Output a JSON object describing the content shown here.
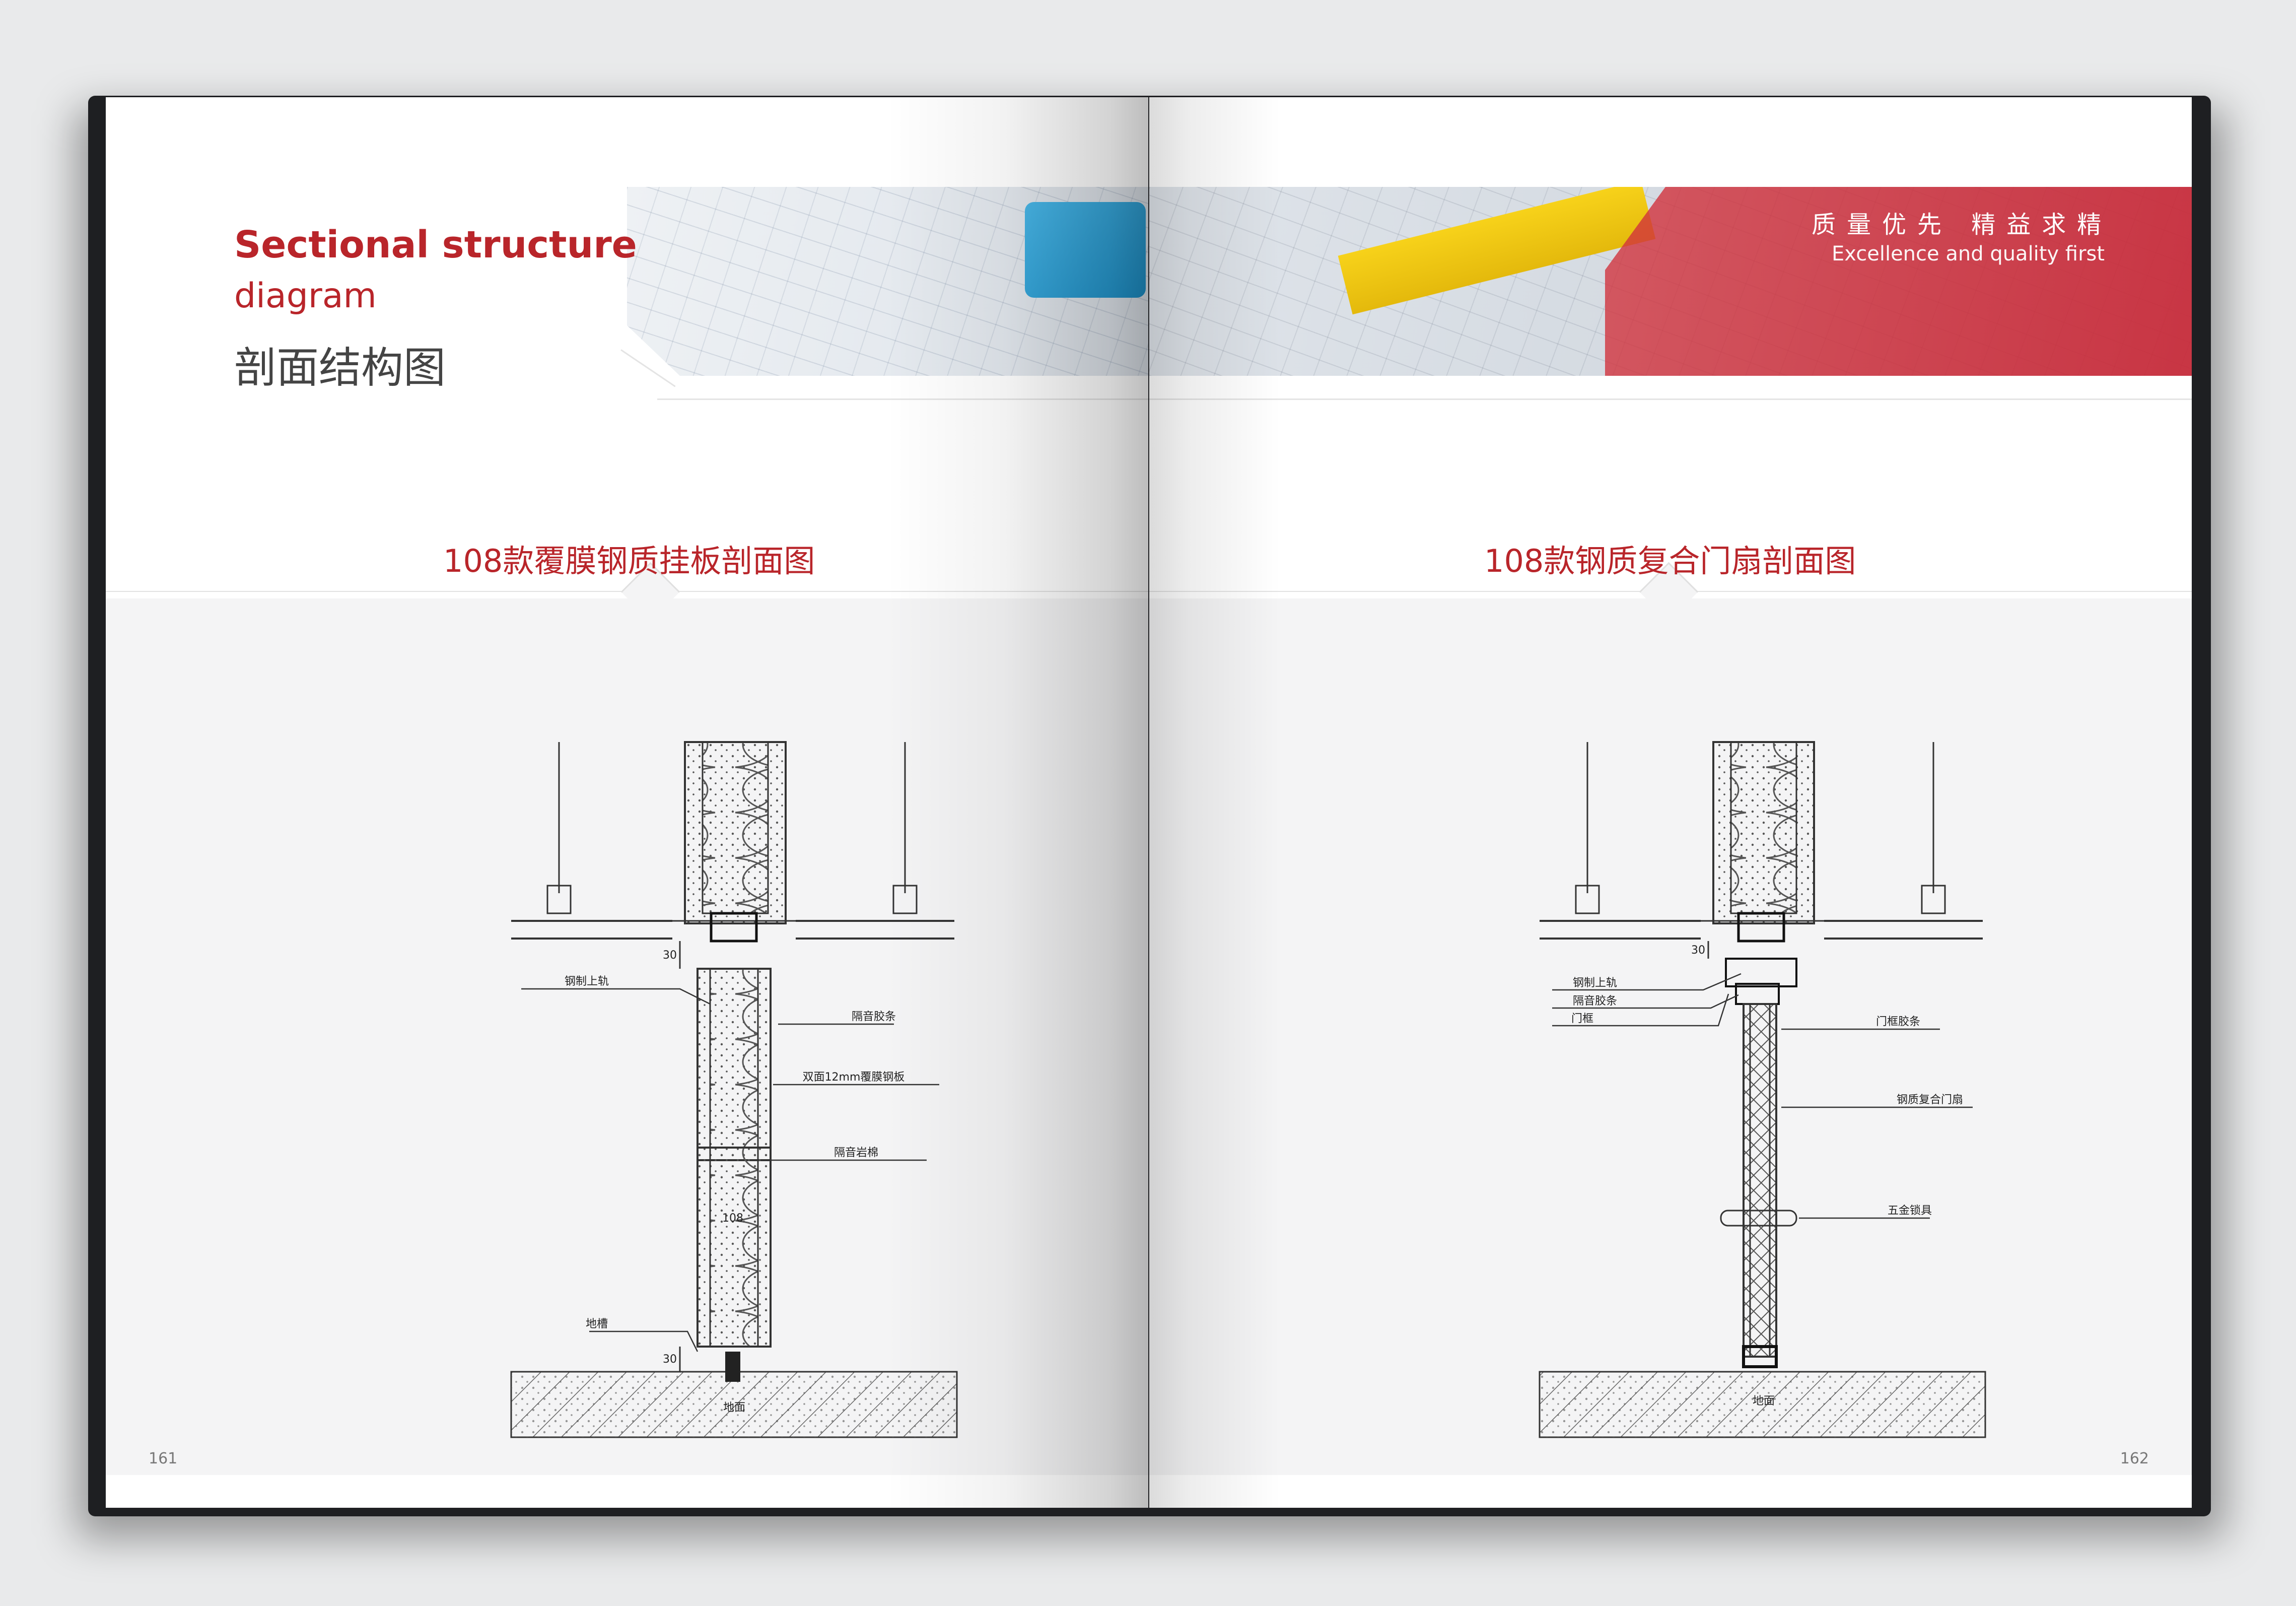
{
  "header": {
    "title_en_line1": "Sectional structure",
    "title_en_line2": "diagram",
    "title_zh": "剖面结构图"
  },
  "banner": {
    "slogan_zh": "质量优先  精益求精",
    "slogan_en": "Excellence and quality first"
  },
  "left_page": {
    "diagram_title": "108款覆膜钢质挂板剖面图",
    "labels": {
      "top_rail": "钢制上轨",
      "dim_top": "30",
      "sound_strip": "隔音胶条",
      "panel": "双面12mm覆膜钢板",
      "rock_wool": "隔音岩棉",
      "thickness": "108",
      "floor_groove": "地槽",
      "dim_bottom": "30",
      "floor_label": "地面"
    },
    "page_number": "161"
  },
  "right_page": {
    "diagram_title": "108款钢质复合门扇剖面图",
    "labels": {
      "top_rail": "钢制上轨",
      "sound_strip": "隔音胶条",
      "door_frame": "门框",
      "dim_top": "30",
      "frame_strip": "门框胶条",
      "door_leaf": "钢质复合门扇",
      "hardware_lock": "五金锁具",
      "floor_label": "地面"
    },
    "page_number": "162"
  },
  "colors": {
    "accent_red": "#b9252a",
    "band_gray": "#f4f4f5"
  }
}
